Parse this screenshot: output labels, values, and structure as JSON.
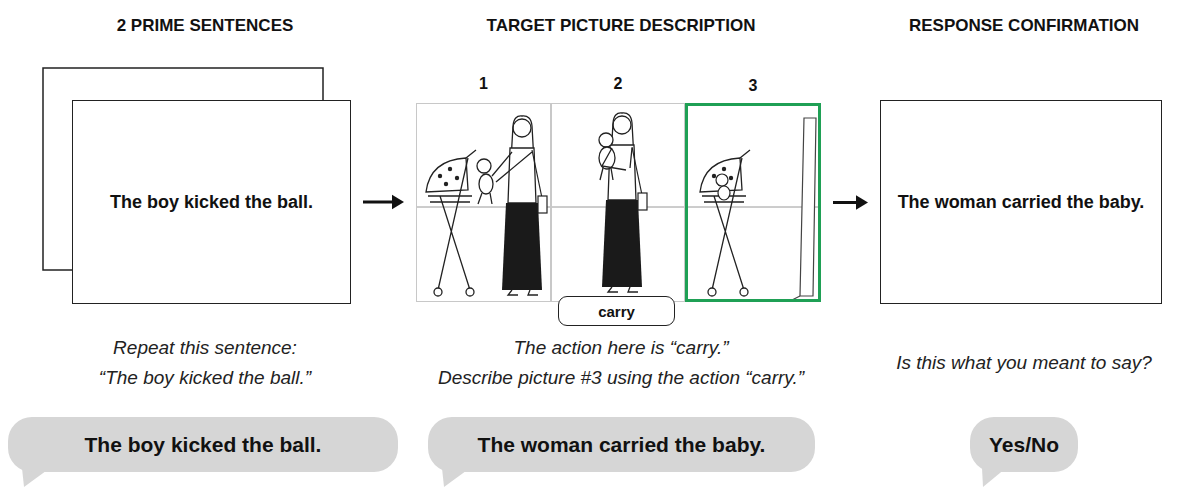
{
  "diagram": {
    "nodes": [
      {
        "text": [
          "The boy kicked the ball."
        ]
      },
      {
        "text": [
          "1"
        ]
      },
      {
        "text": [
          "2"
        ]
      },
      {
        "text": [
          "3"
        ]
      },
      {
        "text": [
          "carry"
        ]
      },
      {
        "text": [
          "The woman carried the baby."
        ]
      },
      {
        "text": [
          "The boy kicked the ball."
        ]
      },
      {
        "text": [
          "The woman carried the baby."
        ]
      },
      {
        "text": [
          "Yes/No"
        ]
      }
    ],
    "edges": [
      {
        "from": 0,
        "to": 1,
        "arrow": "to"
      },
      {
        "from": 3,
        "to": 5,
        "arrow": "to"
      }
    ],
    "labels": [
      "2 PRIME SENTENCES",
      "TARGET PICTURE DESCRIPTION",
      "RESPONSE CONFIRMATION",
      "Repeat this sentence:",
      "“The boy kicked the ball.”",
      "The action here is “carry.”",
      "Describe picture #3 using the action “carry.”",
      "Is this what you meant to say?"
    ]
  }
}
